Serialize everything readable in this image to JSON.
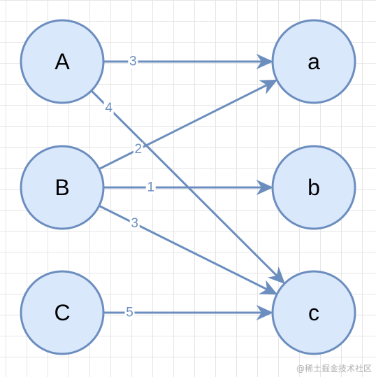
{
  "diagram": {
    "nodes": [
      {
        "id": "A",
        "label": "A"
      },
      {
        "id": "B",
        "label": "B"
      },
      {
        "id": "C",
        "label": "C"
      },
      {
        "id": "a",
        "label": "a"
      },
      {
        "id": "b",
        "label": "b"
      },
      {
        "id": "c",
        "label": "c"
      }
    ],
    "edges": [
      {
        "from": "A",
        "to": "a",
        "label": "3"
      },
      {
        "from": "A",
        "to": "c",
        "label": "4"
      },
      {
        "from": "B",
        "to": "a",
        "label": "2"
      },
      {
        "from": "B",
        "to": "b",
        "label": "1"
      },
      {
        "from": "B",
        "to": "c",
        "label": "3"
      },
      {
        "from": "C",
        "to": "c",
        "label": "5"
      }
    ]
  },
  "colors": {
    "node_fill": "#dae8fc",
    "node_stroke": "#6c8ebf",
    "edge": "#6c8ebf"
  },
  "watermark": "@稀土掘金技术社区"
}
